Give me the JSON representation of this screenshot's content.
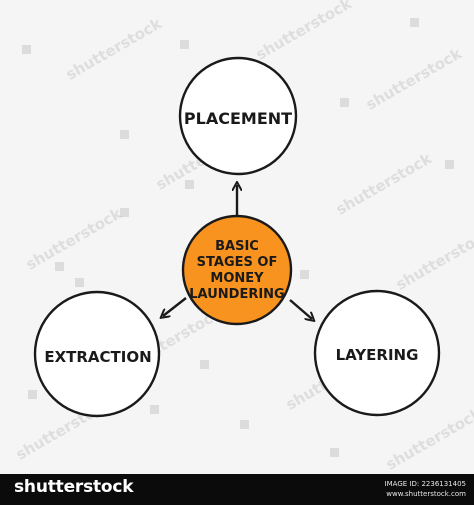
{
  "colors": {
    "background": "#f5f5f5",
    "center_fill": "#f7931e",
    "outline": "#1a1a1a",
    "footer_bg": "#0b0b0b",
    "footer_text": "#ffffff"
  },
  "center": {
    "lines": [
      "BASIC",
      "STAGES OF",
      "MONEY",
      "LAUNDERING"
    ]
  },
  "nodes": [
    {
      "label": "PLACEMENT"
    },
    {
      "label": "EXTRACTION"
    },
    {
      "label": "LAYERING"
    }
  ],
  "watermark": {
    "text": "shutterstock",
    "icon": "shutterstock-logo-icon"
  },
  "footer": {
    "brand": "shutterstock",
    "image_id": "IMAGE ID: 2236131405",
    "site": "www.shutterstock.com"
  }
}
